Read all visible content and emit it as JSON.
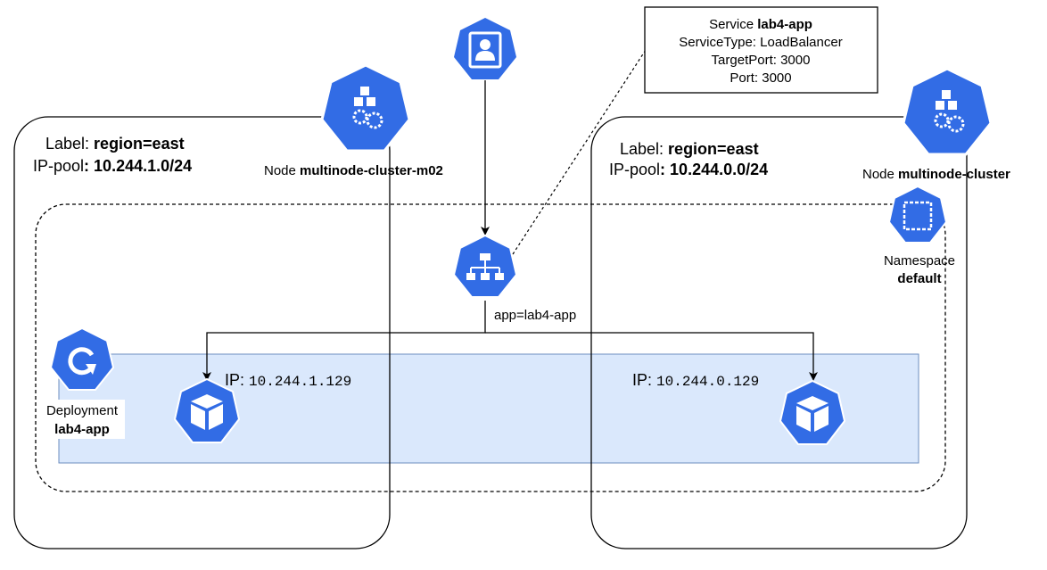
{
  "service_box": {
    "line1_prefix": "Service ",
    "line1_name": "lab4-app",
    "line2": "ServiceType: LoadBalancer",
    "line3": "TargetPort: 3000",
    "line4": "Port: 3000"
  },
  "node_left": {
    "label_prefix": "Label: ",
    "label_value": "region=east",
    "pool_prefix": "IP-pool",
    "pool_value": ": 10.244.1.0/24",
    "name_prefix": "Node ",
    "name": "multinode-cluster-m02",
    "icon": "node-icon"
  },
  "node_right": {
    "label_prefix": "Label: ",
    "label_value": "region=east",
    "pool_prefix": "IP-pool",
    "pool_value": ": 10.244.0.0/24",
    "name_prefix": "Node ",
    "name": "multinode-cluster",
    "icon": "node-icon"
  },
  "namespace": {
    "title": "Namespace",
    "name": "default",
    "icon": "namespace-icon"
  },
  "deployment": {
    "title": "Deployment",
    "name": "lab4-app",
    "icon": "deployment-icon"
  },
  "service_selector": "app=lab4-app",
  "pod_left": {
    "ip_prefix": "IP: ",
    "ip": "10.244.1.129",
    "icon": "pod-icon"
  },
  "pod_right": {
    "ip_prefix": "IP: ",
    "ip": "10.244.0.129",
    "icon": "pod-icon"
  },
  "user_icon": "user-icon",
  "service_icon": "service-icon",
  "colors": {
    "k8s_blue": "#326CE5",
    "deployment_fill": "#DAE8FC",
    "deployment_stroke": "#6C8EBF"
  }
}
